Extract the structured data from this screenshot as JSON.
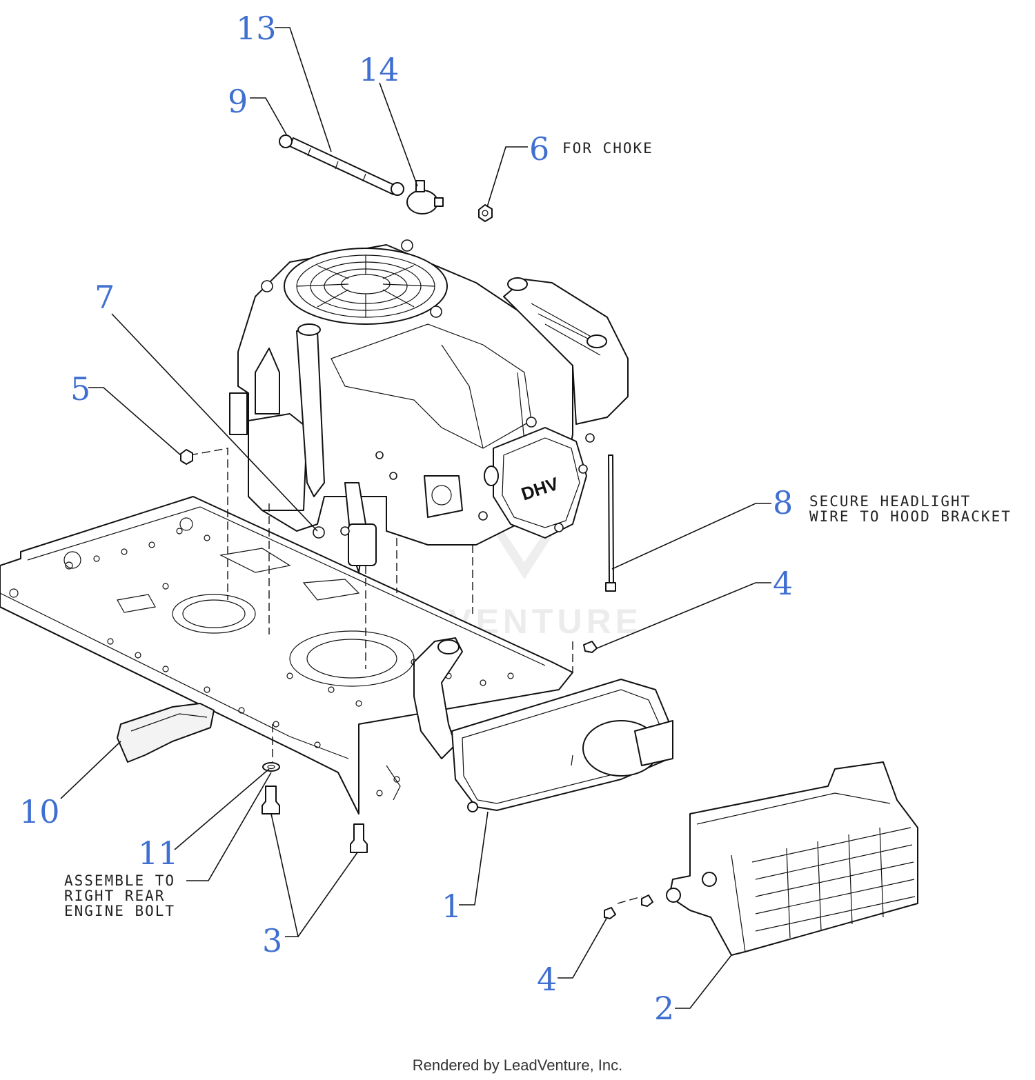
{
  "callouts": [
    "1",
    "2",
    "3",
    "4",
    "4",
    "5",
    "6",
    "7",
    "8",
    "9",
    "10",
    "11",
    "13",
    "14"
  ],
  "notes": {
    "choke": "FOR CHOKE",
    "headlight_line1": "SECURE HEADLIGHT",
    "headlight_line2": "WIRE TO HOOD BRACKET",
    "assemble_line1": "ASSEMBLE TO",
    "assemble_line2": "RIGHT REAR",
    "assemble_line3": "ENGINE BOLT"
  },
  "engine_badge": "DHV",
  "watermark": "LEADVENTURE",
  "footer": "Rendered by LeadVenture, Inc.",
  "colors": {
    "callout": "#3f6fd0",
    "line": "#111111",
    "watermark": "#ececec"
  }
}
